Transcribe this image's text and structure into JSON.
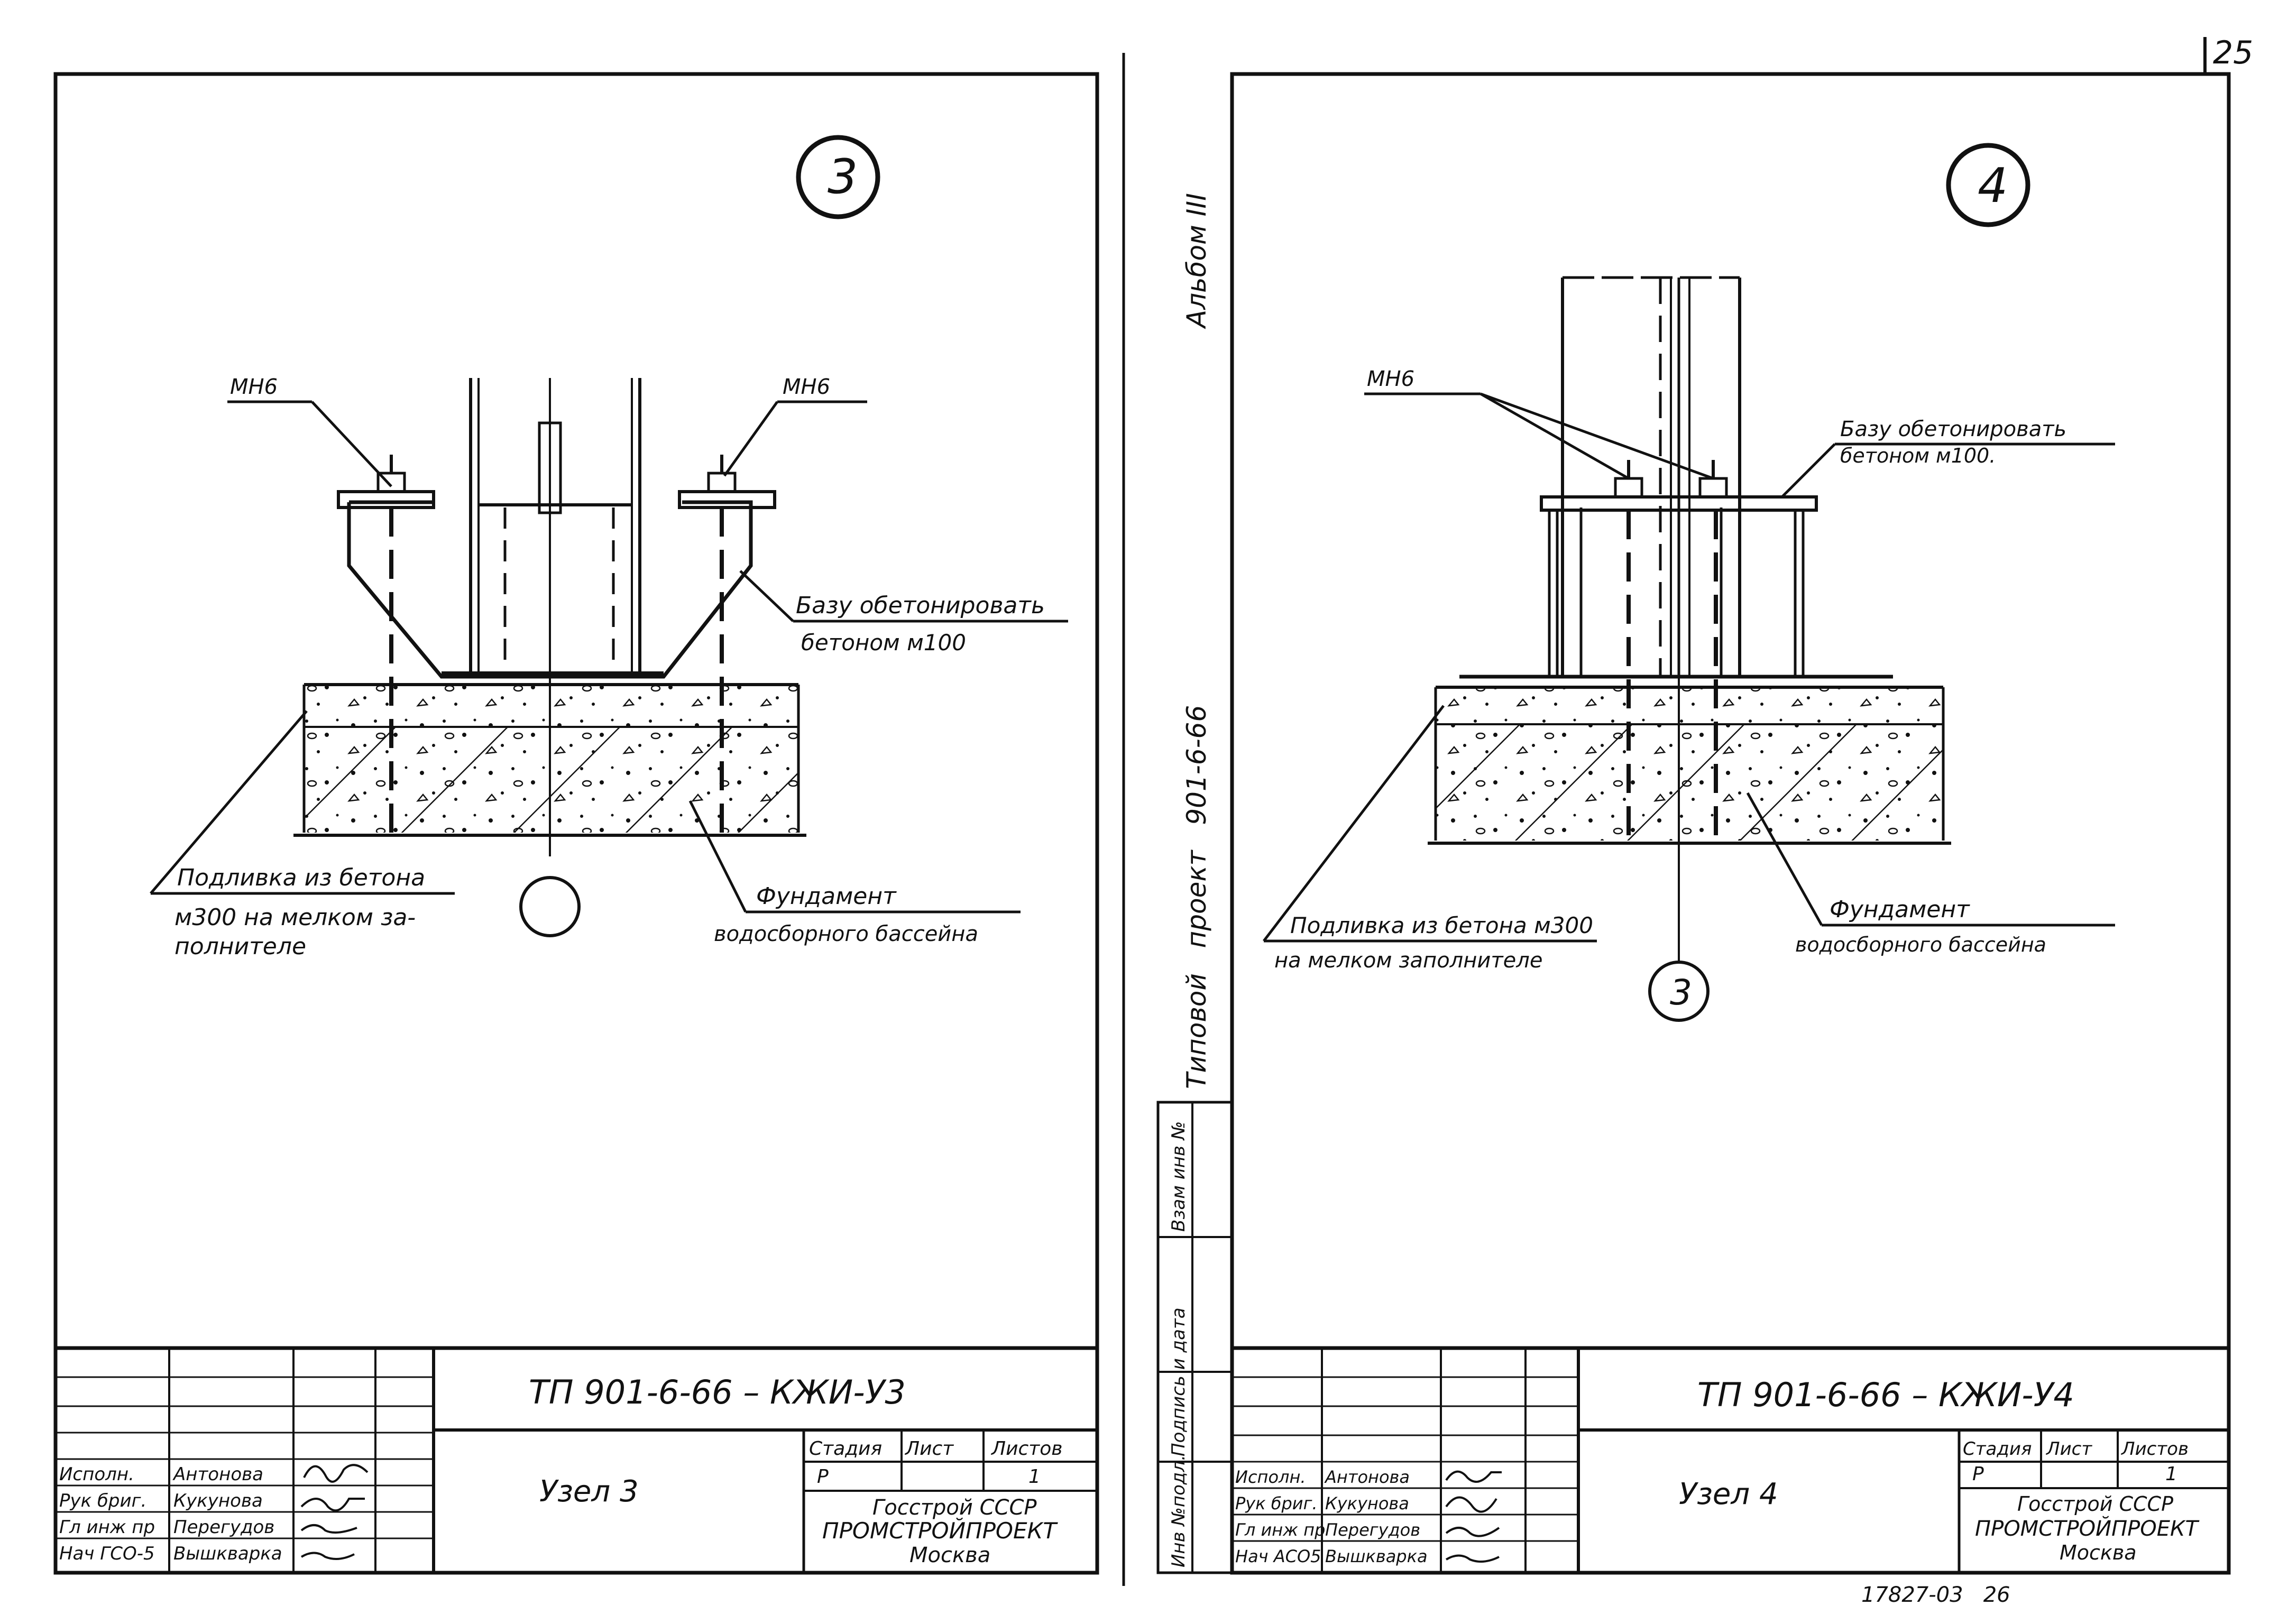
{
  "page_number": "25",
  "side_stamp": {
    "album": "Альбом III",
    "project": "Типовой   проект   901-6-66",
    "inv_podl": "Инв №подл.",
    "podpis_data": "Подпись и дата",
    "vzam_inv": "Взам инв №"
  },
  "sheet_left": {
    "node_number": "3",
    "labels": {
      "mn6_left": "МН6",
      "mn6_right": "МН6",
      "base_1": "Базу обетонировать",
      "base_2": "бетоном м100",
      "grout_1": "Подливка из бетона",
      "grout_2": "м300 на мелком за-",
      "grout_3": "полнителе",
      "found_1": "Фундамент",
      "found_2": "водосборного бассейна"
    },
    "title_block": {
      "code": "ТП 901-6-66 – КЖИ-У3",
      "name": "Узел 3",
      "stage_h": "Стадия",
      "sheet_h": "Лист",
      "sheets_h": "Листов",
      "stage": "Р",
      "sheet": "",
      "sheets": "1",
      "org_1": "Госстрой СССР",
      "org_2": "ПРОМСТРОЙПРОЕКТ",
      "org_3": "Москва",
      "roles": [
        "Исполн.",
        "Рук бриг.",
        "Гл инж пр",
        "Нач ГСО-5"
      ],
      "names": [
        "Антонова",
        "Кукунова",
        "Перегудов",
        "Вышкварка"
      ]
    }
  },
  "sheet_right": {
    "node_number": "4",
    "ref_number": "3",
    "labels": {
      "mn6": "МН6",
      "base_1": "Базу обетонировать",
      "base_2": "бетоном м100.",
      "grout_1": "Подливка из бетона м300",
      "grout_2": "на мелком заполнителе",
      "found_1": "Фундамент",
      "found_2": "водосборного бассейна"
    },
    "title_block": {
      "code": "ТП 901-6-66 – КЖИ-У4",
      "name": "Узел 4",
      "stage_h": "Стадия",
      "sheet_h": "Лист",
      "sheets_h": "Листов",
      "stage": "Р",
      "sheet": "",
      "sheets": "1",
      "org_1": "Госстрой СССР",
      "org_2": "ПРОМСТРОЙПРОЕКТ",
      "org_3": "Москва",
      "roles": [
        "Исполн.",
        "Рук бриг.",
        "Гл инж пр",
        "Нач АСО5"
      ],
      "names": [
        "Антонова",
        "Кукунова",
        "Перегудов",
        "Вышкварка"
      ]
    },
    "archive_number": "17827-03   26"
  }
}
